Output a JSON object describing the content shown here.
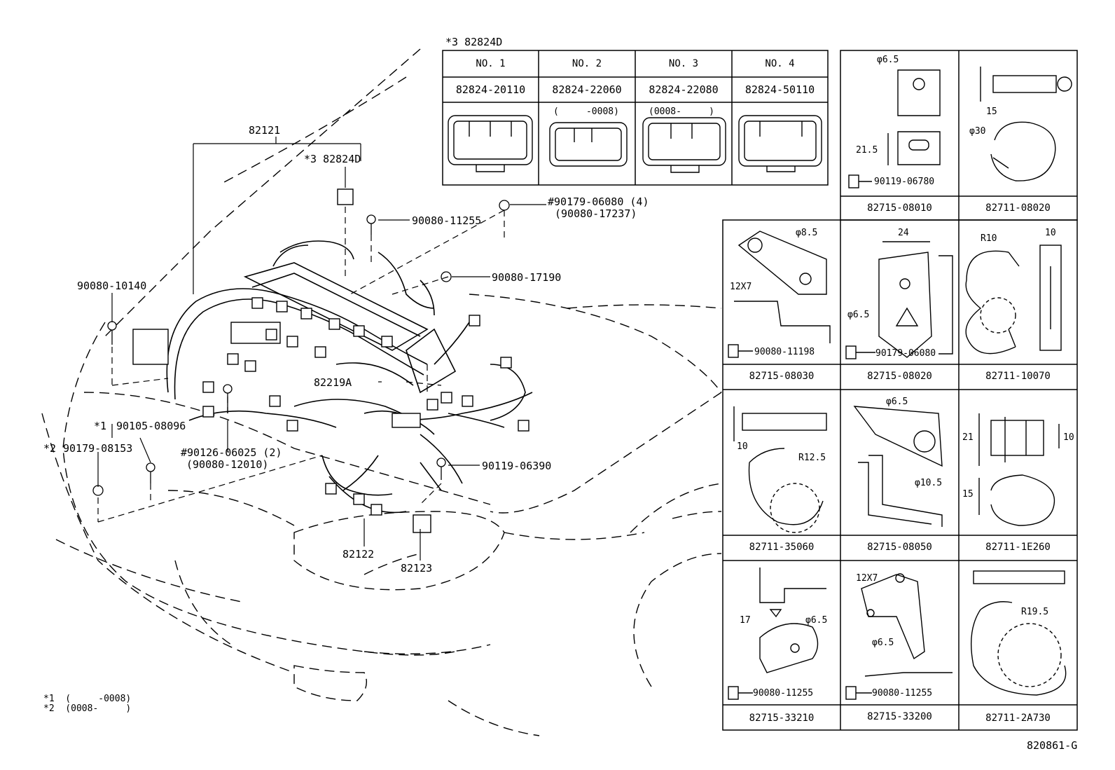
{
  "connector_table": {
    "heading": "*3 82824D",
    "headers": [
      "NO. 1",
      "NO. 2",
      "NO. 3",
      "NO. 4"
    ],
    "parts": [
      "82824-20110",
      "82824-22060",
      "82824-22080",
      "82824-50110"
    ],
    "notes": [
      "",
      "(     -0008)",
      "(0008-     )",
      ""
    ]
  },
  "main_labels": {
    "harness": "82121",
    "connector_ref": "*3 82824D",
    "bolt_a": "90080-11255",
    "nut_a": "#90179-06080 (4)",
    "nut_a_alt": "(90080-17237)",
    "clip_a": "90080-17190",
    "bolt_b": "90080-10140",
    "harness_b": "82219A",
    "bolt_c_mark": "*1",
    "bolt_c": "90105-08096",
    "bolt_d_mark": "*2",
    "bolt_d": "90179-08153",
    "stud": "#90126-06025 (2)",
    "stud_alt": "(90080-12010)",
    "bolt_e": "90119-06390",
    "harness_c": "82122",
    "harness_d": "82123"
  },
  "footnotes": {
    "note1": "*1  (     -0008)",
    "note2": "*2  (0008-     )"
  },
  "clamp_grid": {
    "row1": [
      {
        "part": "82715-08010",
        "bolt": "90119-06780",
        "dims": [
          "φ6.5",
          "21.5"
        ]
      },
      {
        "part": "82711-08020",
        "dims": [
          "15",
          "φ30"
        ]
      }
    ],
    "row2": [
      {
        "part": "82715-08030",
        "bolt": "90080-11198",
        "dims": [
          "φ8.5",
          "12X7"
        ]
      },
      {
        "part": "82715-08020",
        "bolt": "90179-06080",
        "dims": [
          "24",
          "φ6.5"
        ]
      },
      {
        "part": "82711-10070",
        "dims": [
          "R10",
          "10"
        ]
      }
    ],
    "row3": [
      {
        "part": "82711-35060",
        "dims": [
          "10",
          "R12.5"
        ]
      },
      {
        "part": "82715-08050",
        "dims": [
          "φ6.5",
          "φ10.5"
        ]
      },
      {
        "part": "82711-1E260",
        "dims": [
          "21",
          "10",
          "15"
        ]
      }
    ],
    "row4": [
      {
        "part": "82715-33210",
        "bolt": "90080-11255",
        "dims": [
          "17",
          "φ6.5"
        ]
      },
      {
        "part": "82715-33200",
        "bolt": "90080-11255",
        "dims": [
          "12X7",
          "φ6.5"
        ]
      },
      {
        "part": "82711-2A730",
        "dims": [
          "R19.5"
        ]
      }
    ]
  },
  "diagram_code": "820861-G"
}
